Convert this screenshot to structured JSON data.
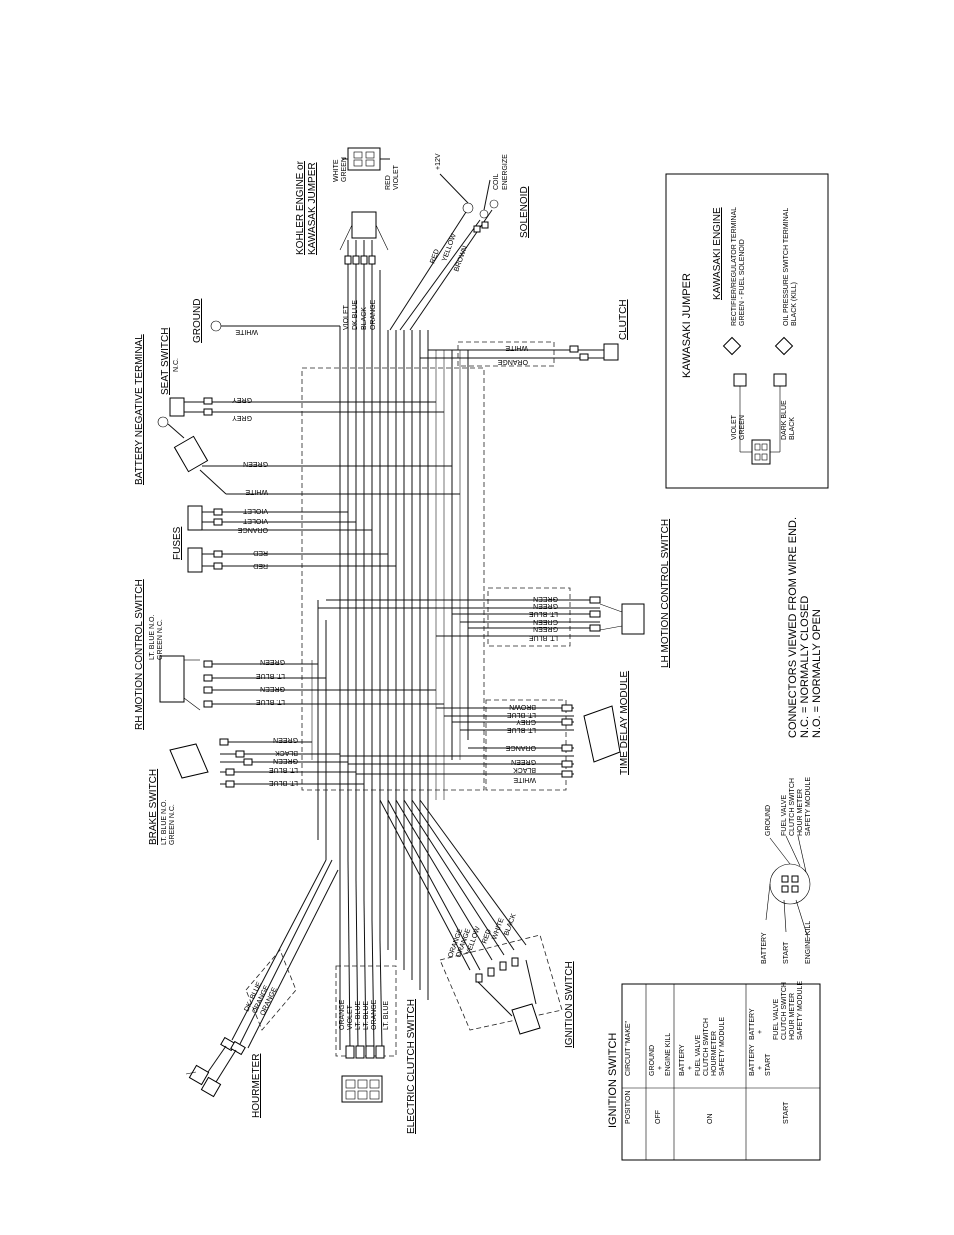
{
  "titles": {
    "kohler": [
      "KOHLER ENGINE or",
      "KAWASAK JUMPER"
    ],
    "solenoid": "SOLENOID",
    "clutch": "CLUTCH",
    "ground": "GROUND",
    "seat_switch": "SEAT SWITCH",
    "seat_switch_note": "N.C.",
    "battery_neg": "BATTERY NEGATIVE TERMINAL",
    "fuses": "FUSES",
    "rh_motion": "RH MOTION CONTROL SWITCH",
    "rh_motion_note": [
      "LT. BLUE N.O.",
      "GREEN N.C."
    ],
    "lh_motion": "LH MOTION CONTROL SWITCH",
    "brake_switch": "BRAKE SWITCH",
    "brake_note": [
      "LT. BLUE N.O.",
      "GREEN N.C."
    ],
    "time_delay": "TIME DELAY MODULE",
    "ignition_switch": "IGNITION SWITCH",
    "electric_clutch": "ELECTRIC CLUTCH SWITCH",
    "hourmeter": "HOURMETER",
    "kawasaki_jumper": "KAWASAKI JUMPER",
    "kawasaki_engine": "KAWASAKI ENGINE"
  },
  "kohler_side": {
    "left": [
      "WHITE",
      "GREEN"
    ],
    "right": [
      "RED",
      "VIOLET"
    ]
  },
  "solenoid_labels": {
    "plus12": "+12V",
    "coil": [
      "COIL",
      "ENERGIZE"
    ]
  },
  "harness_labels": [
    "VIOLET",
    "DK BLUE",
    "BLACK",
    "ORANGE"
  ],
  "solenoid_wires": [
    "RED",
    "YELLOW",
    "BROWN"
  ],
  "wire_labels": {
    "ground_white": "WHITE",
    "clutch": [
      "WHITE",
      "ORANGE"
    ],
    "seat": [
      "GREY",
      "GREY"
    ],
    "battery": [
      "GREEN",
      "WHITE"
    ],
    "fuse_top": [
      "VIOLET",
      "VIOLET",
      "ORANGE"
    ],
    "fuse_bottom": [
      "RED",
      "RED"
    ],
    "rh_motion": [
      "GREEN",
      "LT. BLUE",
      "GREEN",
      "LT. BLUE"
    ],
    "brake": [
      "GREEN",
      "BLACK",
      "GREEN",
      "LT. BLUE",
      "LT. BLUE"
    ],
    "lh_motion": [
      "GREEN",
      "GREEN",
      "LT. BLUE",
      "GREEN",
      "GREEN",
      "LT. BLUE"
    ],
    "time_delay": [
      "BROWN",
      "LT. BLUE",
      "GREY",
      "LT. BLUE",
      "ORANGE",
      "GREEN",
      "BLACK",
      "WHITE"
    ],
    "ignition": [
      "ORANGE",
      "ORANGE",
      "YELLOW",
      "RED",
      "WHITE",
      "BLACK"
    ],
    "electric_clutch": [
      "ORANGE",
      "VIOLET",
      "LT. BLUE",
      "LT. BLUE",
      "ORANGE",
      "LT. BLUE"
    ],
    "hourmeter": [
      "DK. BLUE",
      "ORANGE",
      "ORANGE"
    ]
  },
  "connector_notes": [
    "CONNECTORS VIEWED FROM WIRE END.",
    "N.C. = NORMALLY CLOSED",
    "N.O. = NORMALLY OPEN"
  ],
  "ignition_terminals": {
    "left": [
      "BATTERY",
      "START",
      "ENGINE KILL"
    ],
    "right": [
      "GROUND",
      "FUEL VALVE",
      "CLUTCH SWITCH",
      "HOUR METER",
      "SAFETY MODULE"
    ]
  },
  "kawasaki_box": {
    "jumper_left": [
      "VIOLET",
      "GREEN"
    ],
    "jumper_right": [
      "DARK BLUE",
      "BLACK"
    ],
    "engine_rows": [
      [
        "RECTIFIER/REGULATOR TERMINAL",
        "GREEN - FUEL SOLENOID"
      ],
      [
        "OIL PRESSURE SWITCH TERMINAL",
        "BLACK (KILL)"
      ]
    ]
  },
  "ignition_table": {
    "title": "IGNITION SWITCH",
    "headers": [
      "POSITION",
      "CIRCUIT \"MAKE\""
    ],
    "rows": [
      {
        "position": "OFF",
        "circuit": [
          "GROUND",
          "+",
          "ENGINE KILL"
        ]
      },
      {
        "position": "ON",
        "circuit": [
          "BATTERY",
          "+",
          "FUEL VALVE",
          "CLUTCH SWITCH",
          "HOURMETER",
          "SAFETY MODULE"
        ]
      },
      {
        "position": "START",
        "circuit": [
          "BATTERY",
          "+",
          "START",
          "BATTERY",
          "+",
          "FUEL VALVE",
          "CLUTCH SWITCH",
          "HOUR METER",
          "SAFETY MODULE"
        ]
      }
    ]
  }
}
